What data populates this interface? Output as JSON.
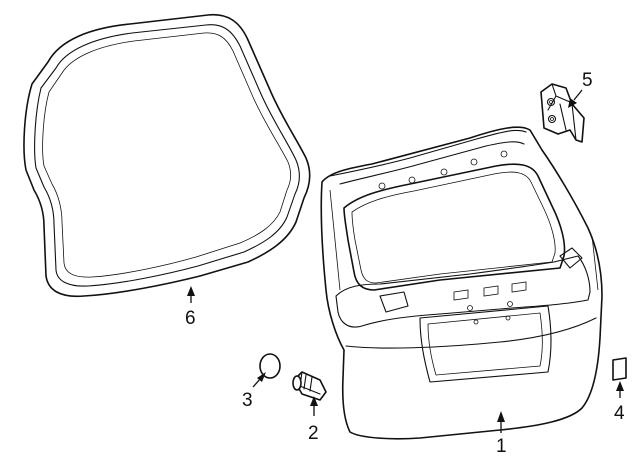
{
  "callouts": [
    {
      "id": "1",
      "label": "1"
    },
    {
      "id": "2",
      "label": "2"
    },
    {
      "id": "3",
      "label": "3"
    },
    {
      "id": "4",
      "label": "4"
    },
    {
      "id": "5",
      "label": "5"
    },
    {
      "id": "6",
      "label": "6"
    }
  ],
  "colors": {
    "line": "#111111",
    "fill": "#ffffff"
  }
}
